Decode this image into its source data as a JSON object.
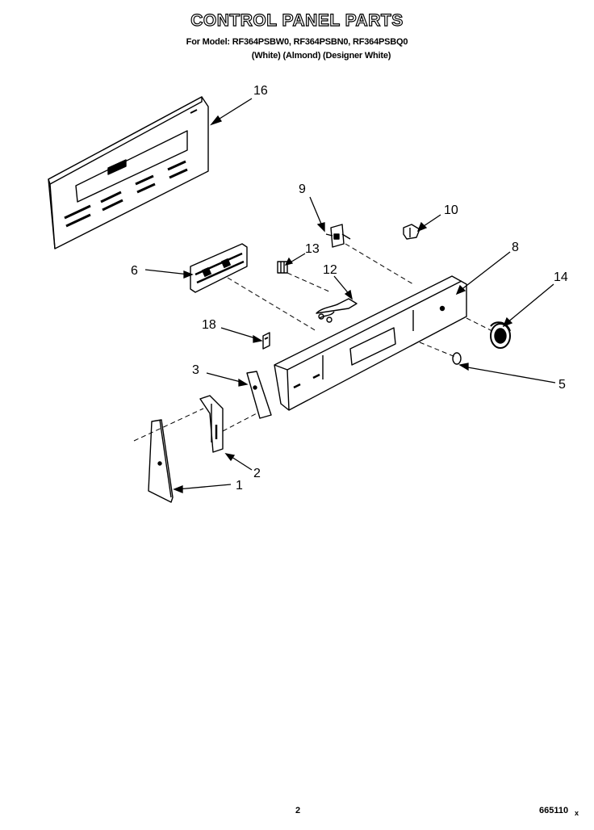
{
  "header": {
    "title": "CONTROL PANEL PARTS",
    "models_line": "For Model: RF364PSBW0, RF364PSBN0, RF364PSBQ0",
    "colors_line": "(White)    (Almond) (Designer White)"
  },
  "callouts": [
    "16",
    "9",
    "10",
    "13",
    "8",
    "6",
    "12",
    "14",
    "18",
    "3",
    "5",
    "2",
    "1"
  ],
  "footer": {
    "page_number": "2",
    "doc_number": "665110",
    "mark": "x"
  }
}
